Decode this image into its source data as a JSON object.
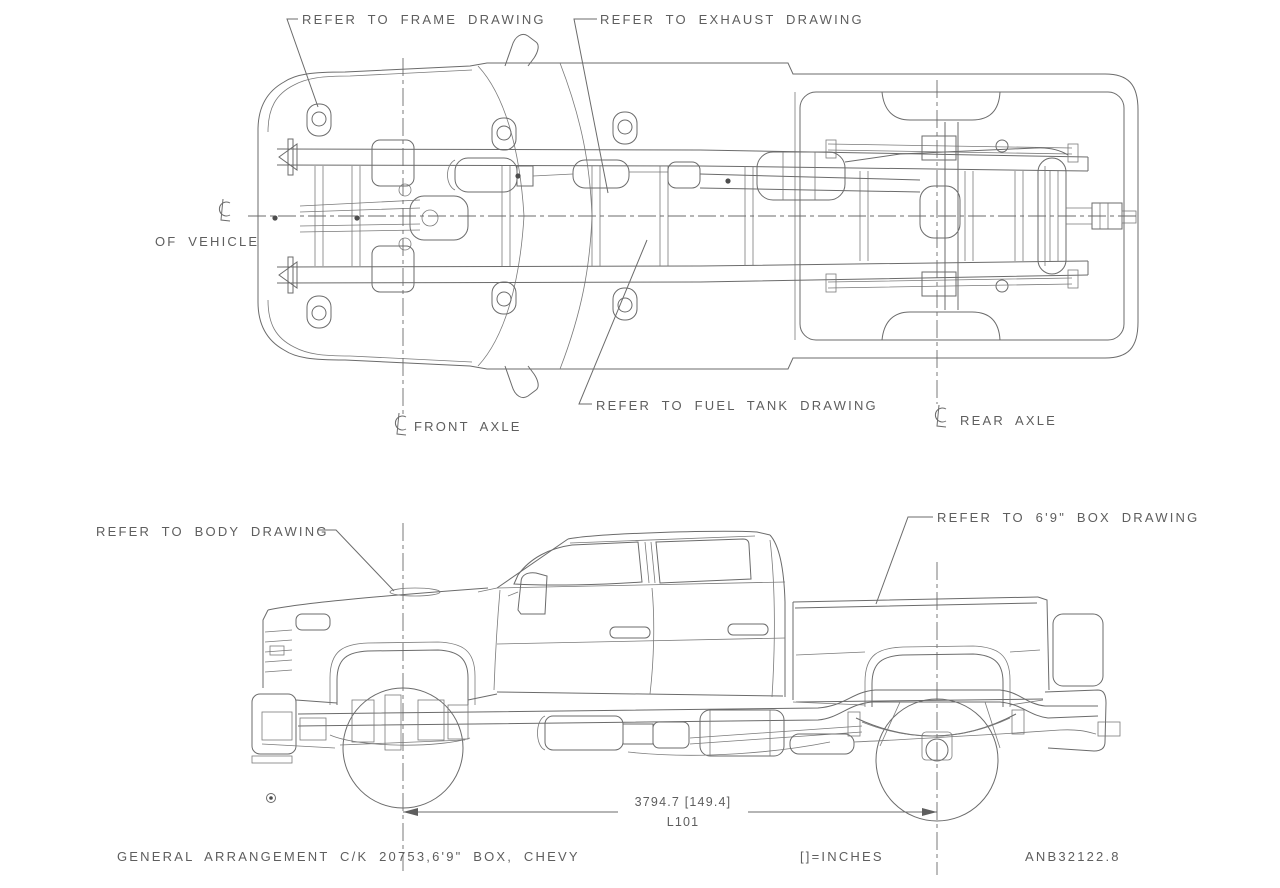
{
  "drawing": {
    "colors": {
      "background": "#ffffff",
      "line": "#6b6b6b",
      "text": "#5e5e5e"
    },
    "top_view": {
      "frame_label": "REFER TO FRAME DRAWING",
      "exhaust_label": "REFER TO EXHAUST DRAWING",
      "fuel_tank_label": "REFER TO FUEL TANK DRAWING",
      "vehicle_centerline_label": "OF VEHICLE",
      "front_axle_label": "FRONT AXLE",
      "rear_axle_label": "REAR AXLE"
    },
    "side_view": {
      "body_label": "REFER TO BODY DRAWING",
      "box_label": "REFER TO 6'9\" BOX DRAWING"
    },
    "dimension": {
      "value": "3794.7 [149.4]",
      "code": "L101"
    },
    "footer": {
      "title": "GENERAL ARRANGEMENT C/K 20753,6'9\" BOX, CHEVY",
      "units_note": "[]=INCHES",
      "doc_number": "ANB32122.8"
    }
  }
}
